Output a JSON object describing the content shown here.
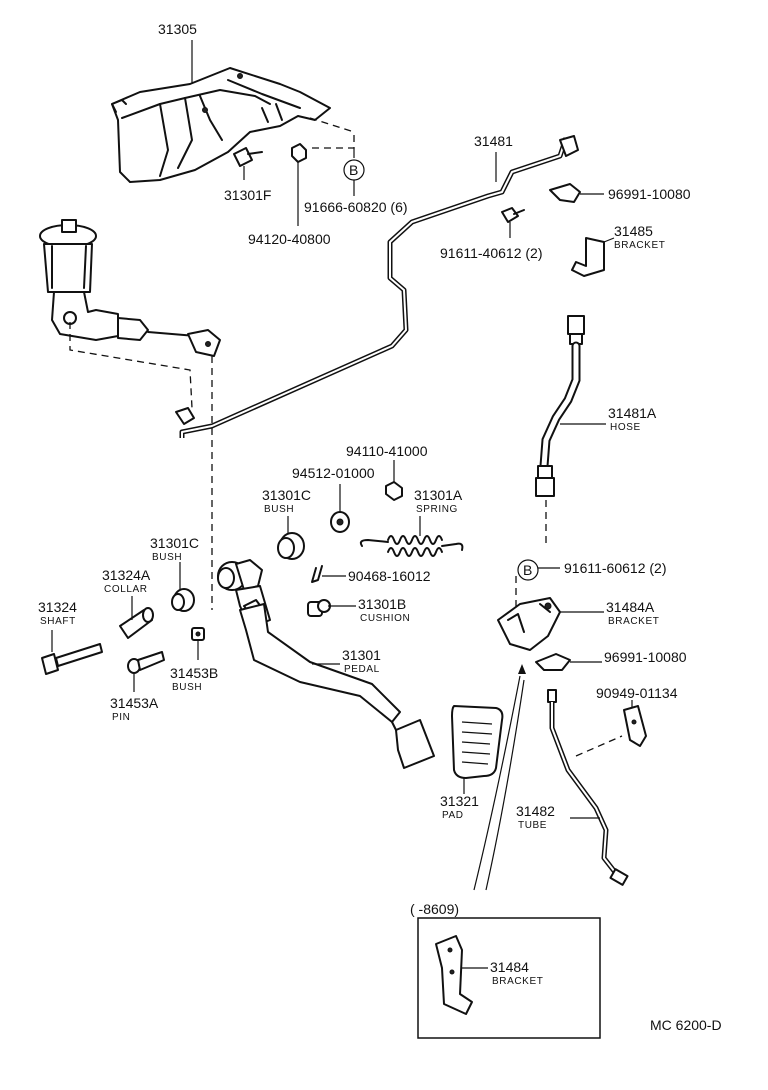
{
  "labels": {
    "p31305": "31305",
    "p31301F": "31301F",
    "p91666": "91666-60820 (6)",
    "p94120": "94120-40800",
    "p31481": "31481",
    "p96991a": "96991-10080",
    "p31485": "31485",
    "p31485_sub": "BRACKET",
    "p91611a": "91611-40612 (2)",
    "p31481A": "31481A",
    "p31481A_sub": "HOSE",
    "p94110": "94110-41000",
    "p94512": "94512-01000",
    "p31301C_1": "31301C",
    "p31301C_1_sub": "BUSH",
    "p31301A": "31301A",
    "p31301A_sub": "SPRING",
    "p31301C_2": "31301C",
    "p31301C_2_sub": "BUSH",
    "p91611b": "91611-60612 (2)",
    "p31324A": "31324A",
    "p31324A_sub": "COLLAR",
    "p90468": "90468-16012",
    "p31324": "31324",
    "p31324_sub": "SHAFT",
    "p31301B": "31301B",
    "p31301B_sub": "CUSHION",
    "p31484A": "31484A",
    "p31484A_sub": "BRACKET",
    "p31301": "31301",
    "p31301_sub": "PEDAL",
    "p96991b": "96991-10080",
    "p31453B": "31453B",
    "p31453B_sub": "BUSH",
    "p90949": "90949-01134",
    "p31453A": "31453A",
    "p31453A_sub": "PIN",
    "p31321": "31321",
    "p31321_sub": "PAD",
    "p31482": "31482",
    "p31482_sub": "TUBE",
    "inset_range": "(        -8609)",
    "p31484": "31484",
    "p31484_sub": "BRACKET",
    "ref_code": "MC 6200-D",
    "callout_b": "B"
  }
}
